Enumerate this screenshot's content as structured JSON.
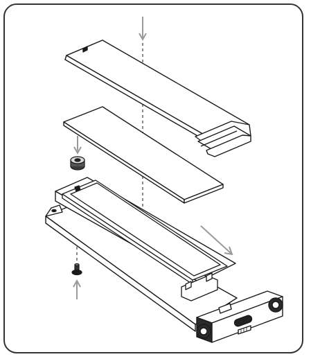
{
  "figure": {
    "kind": "exploded-assembly-illustration",
    "colors": {
      "line": "#1a1a1a",
      "fill": "#ffffff",
      "arrow": "#9a9a9a",
      "guide": "#8a8a8a",
      "border": "#333333",
      "component": "#222222"
    },
    "parts": [
      "top-heatsink-cover",
      "thermal-pad",
      "standoff-nut",
      "ssd-module",
      "enclosure-tray",
      "mounting-screw",
      "usb-c-end-cap"
    ],
    "arrows": [
      {
        "name": "cover-down-arrow",
        "direction": "down"
      },
      {
        "name": "nut-down-arrow",
        "direction": "down"
      },
      {
        "name": "screw-up-arrow",
        "direction": "up"
      },
      {
        "name": "slide-in-arrow",
        "direction": "down-right"
      }
    ]
  }
}
